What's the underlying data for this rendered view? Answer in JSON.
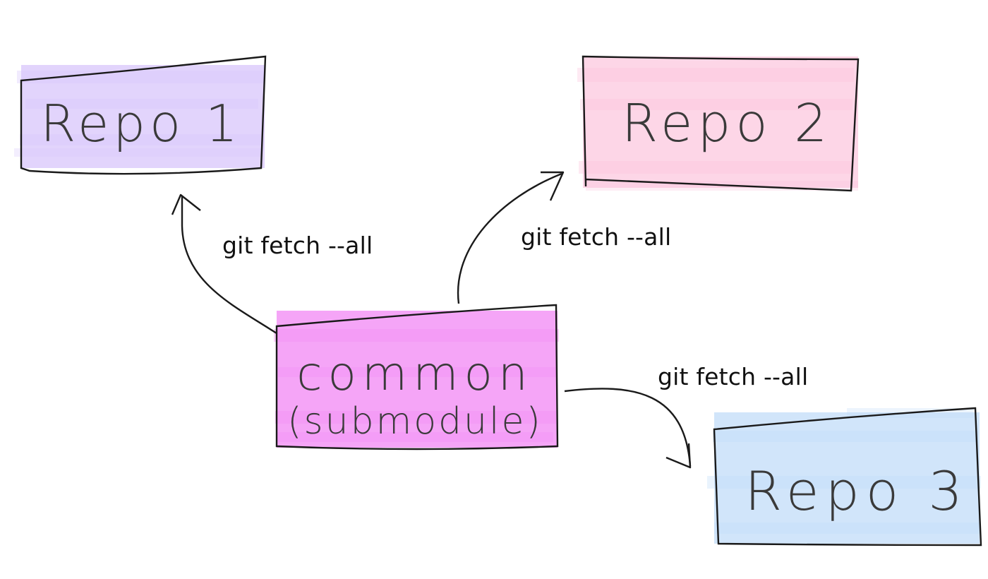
{
  "boxes": [
    {
      "id": "repo1",
      "label": "Repo 1",
      "fill": "#d8c6fb"
    },
    {
      "id": "repo2",
      "label": "Repo 2",
      "fill": "#fcc4dd"
    },
    {
      "id": "common",
      "label_line1": "common",
      "label_line2": "(submodule)",
      "fill": "#f38ef5"
    },
    {
      "id": "repo3",
      "label": "Repo 3",
      "fill": "#c1dcf8"
    }
  ],
  "edges": [
    {
      "from": "common",
      "to": "repo1",
      "label": "git fetch --all"
    },
    {
      "from": "common",
      "to": "repo2",
      "label": "git fetch --all"
    },
    {
      "from": "common",
      "to": "repo3",
      "label": "git fetch --all"
    }
  ],
  "colors": {
    "stroke": "#1a1a1a",
    "text": "#222222",
    "handwriting": "#3a3a3a"
  }
}
